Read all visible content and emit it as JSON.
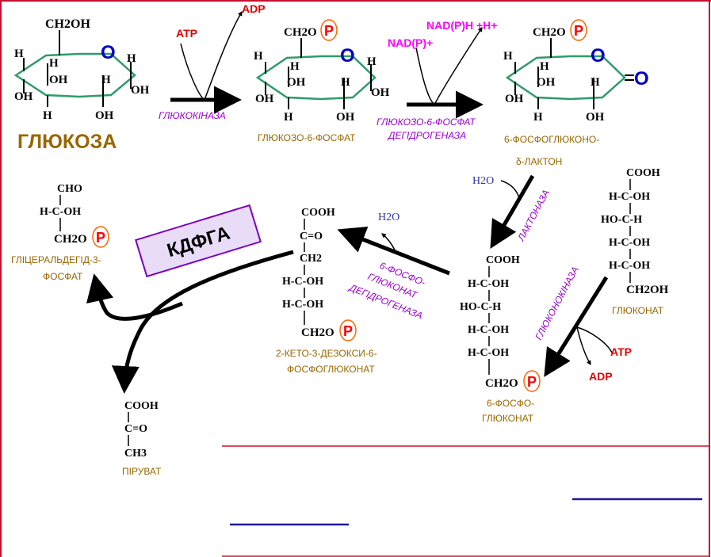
{
  "colors": {
    "frame": "#c8102e",
    "ring": "#2e9c6a",
    "enzyme": "#9900cc",
    "compound": "#996600",
    "atp": "#e00000",
    "nadp": "#ff00ff",
    "water": "#3333aa",
    "phosphate_circle": "#ff6600",
    "phosphate_letter": "#ff0000",
    "oxygen": "#0000cc",
    "blue_line": "#1a1a99"
  },
  "glucose": {
    "ch2oh": "CH2OH",
    "o": "O",
    "h": "H",
    "oh": "OH",
    "name": "ГЛЮКОЗА"
  },
  "step1": {
    "atp": "ATP",
    "adp": "ADP",
    "enzyme": "ГЛЮКОКІНАЗА"
  },
  "g6p": {
    "ch2o": "CH2O",
    "p": "P",
    "name": "ГЛЮКОЗО-6-ФОСФАТ"
  },
  "step2": {
    "nadph": "NAD(P)H +H+",
    "nadp": "NAD(P)+",
    "enzyme_line1": "ГЛЮКОЗО-6-ФОСФАТ",
    "enzyme_line2": "ДЕГІДРОГЕНАЗА"
  },
  "lactone": {
    "ch2o": "CH2O",
    "p": "P",
    "carbonyl_o": "O",
    "name_line1": "6-ФОСФОГЛЮКОНО-",
    "name_line2": "δ-ЛАКТОН"
  },
  "lactonase": {
    "water": "H2O",
    "enzyme": "ЛАКТОНАЗА"
  },
  "gluconate": {
    "lines": [
      "COOH",
      "H-C-OH",
      "HO-C-H",
      "H-C-OH",
      "H-C-OH",
      "CH2OH"
    ],
    "name": "ГЛЮКОНАТ"
  },
  "gluconokinase": {
    "enzyme": "ГЛЮКОНОКІНАЗА",
    "atp": "ATP",
    "adp": "ADP"
  },
  "phosphogluconate": {
    "lines": [
      "COOH",
      "H-C-OH",
      "HO-C-H",
      "H-C-OH",
      "H-C-OH"
    ],
    "last": "CH2O",
    "p": "P",
    "name_line1": "6-ФОСФО-",
    "name_line2": "ГЛЮКОНАТ"
  },
  "dehydratase": {
    "water": "H2O",
    "enzyme_line1": "6-ФОСФО-",
    "enzyme_line2": "ГЛЮКОНАТ",
    "enzyme_line3": "ДЕГІДРОГЕНАЗА"
  },
  "kdpg": {
    "lines": [
      "COOH",
      "C=O",
      "CH2",
      "H-C-OH",
      "H-C-OH"
    ],
    "last": "CH2O",
    "p": "P",
    "name_line1": "2-КЕТО-3-ДЕЗОКСИ-6-",
    "name_line2": "ФОСФОГЛЮКОНАТ"
  },
  "aldolase": {
    "label": "КДФГА"
  },
  "gap": {
    "lines": [
      "CHO",
      "H-C-OH"
    ],
    "last": "CH2O",
    "p": "P",
    "name_line1": "ГЛІЦЕРАЛЬДЕГІД-3-",
    "name_line2": "ФОСФАТ"
  },
  "pyruvate": {
    "lines": [
      "COOH",
      "C=O",
      "CH3"
    ],
    "name": "ПІРУВАТ"
  }
}
